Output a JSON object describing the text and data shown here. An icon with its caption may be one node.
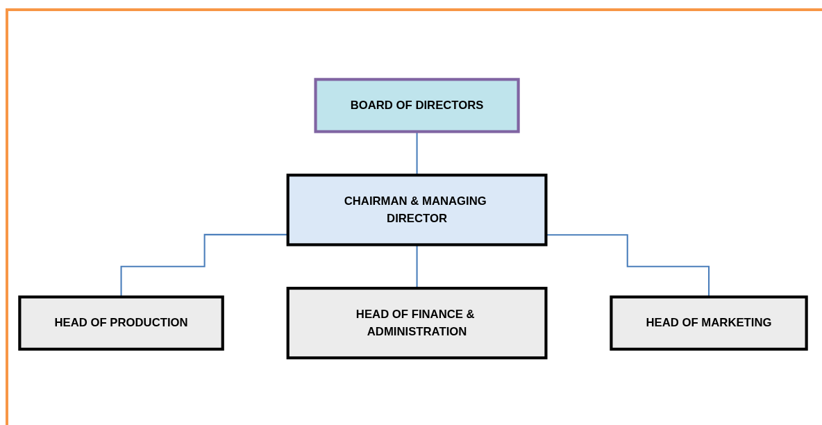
{
  "diagram": {
    "nodes": [
      {
        "text": [
          "BOARD OF DIRECTORS"
        ]
      },
      {
        "text": [
          "CHAIRMAN & MANAGING DIRECTOR"
        ]
      },
      {
        "text": [
          "HEAD OF PRODUCTION"
        ]
      },
      {
        "text": [
          "HEAD OF FINANCE & ADMINISTRATION"
        ]
      },
      {
        "text": [
          "HEAD OF MARKETING"
        ]
      }
    ],
    "edges": [
      {
        "from": 0,
        "to": 1,
        "arrow": "none"
      },
      {
        "from": 1,
        "to": 2,
        "arrow": "none"
      },
      {
        "from": 1,
        "to": 3,
        "arrow": "none"
      },
      {
        "from": 1,
        "to": 4,
        "arrow": "none"
      }
    ]
  }
}
